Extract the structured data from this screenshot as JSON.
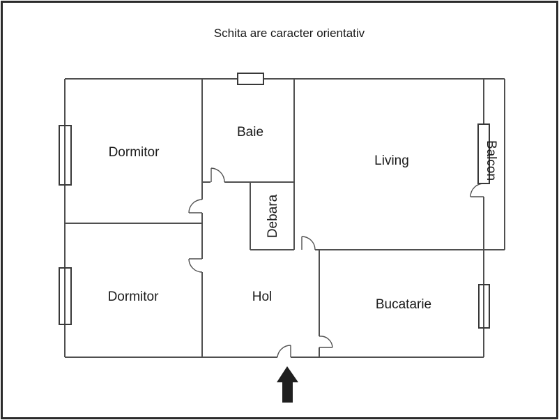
{
  "title": "Schita are caracter orientativ",
  "rooms": {
    "dormitor1": {
      "label": "Dormitor"
    },
    "baie": {
      "label": "Baie"
    },
    "living": {
      "label": "Living"
    },
    "debara": {
      "label": "Debara"
    },
    "balcon": {
      "label": "Balcon"
    },
    "dormitor2": {
      "label": "Dormitor"
    },
    "hol": {
      "label": "Hol"
    },
    "bucatarie": {
      "label": "Bucatarie"
    }
  },
  "entrance": {
    "marker": "arrow-up"
  },
  "colors": {
    "background": "#ffffff",
    "wall": "#4f4f4f",
    "window_frame": "#383838",
    "border": "#2b2b2b",
    "text": "#1a1a1a",
    "arrow": "#1f1f1f"
  }
}
